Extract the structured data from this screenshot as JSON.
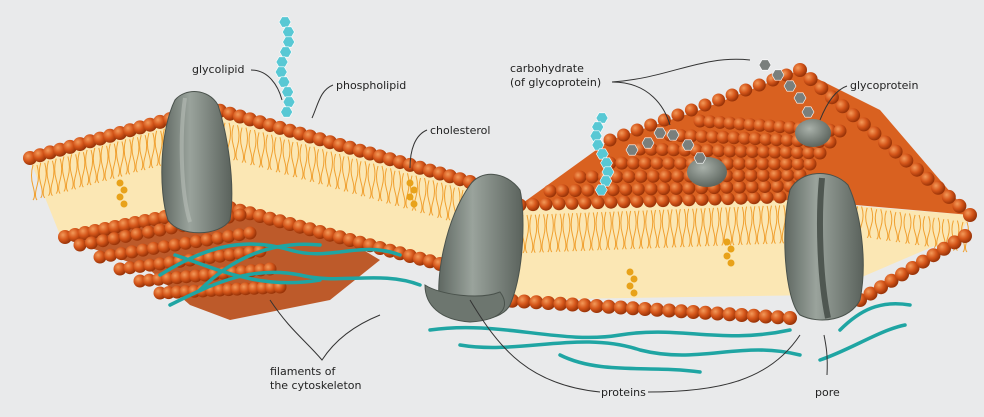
{
  "labels": {
    "glycolipid": "glycolipid",
    "phospholipid": "phospholipid",
    "cholesterol": "cholesterol",
    "carbohydrate_1": "carbohydrate",
    "carbohydrate_2": "(of glycoprotein)",
    "glycoprotein": "glycoprotein",
    "filaments_1": "filaments of",
    "filaments_2": "the cytoskeleton",
    "proteins": "proteins",
    "pore": "pore"
  },
  "colors": {
    "background": "#e9eaeb",
    "phosphate_head": "#d5561a",
    "lipid_tail": "#f0a030",
    "interior": "#fbe7b4",
    "protein": "#7e8880",
    "carbohydrate_cyan": "#58c8d4",
    "carbohydrate_gray": "#7a7f7c",
    "filament": "#1fa5a3",
    "cholesterol": "#e8a21a"
  }
}
